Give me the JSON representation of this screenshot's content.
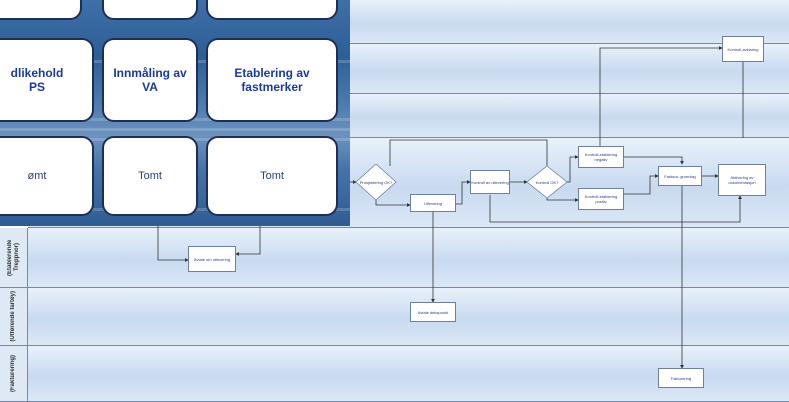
{
  "lanes": [
    {
      "label": ""
    },
    {
      "label": ""
    },
    {
      "label": ""
    },
    {
      "label": ""
    },
    {
      "label": "(Etablerende Treppnor)"
    },
    {
      "label": "(Utførende fartøy)"
    },
    {
      "label": "(Fakturering)"
    }
  ],
  "process": {
    "boxes": {
      "kontroll_avklaring": "Kontroll-avklaring",
      "kontroll_ettablering_negativ": "Kontroll-etablering negativ",
      "kontroll_ettablering_positiv": "Kontroll-etablering positiv",
      "kontroll_av_utlevering": "Kontroll av utlevering",
      "utlevering": "Utlevering",
      "faktura_grunnlag": "Faktura- grunnlag",
      "aktivering_dokumentasjon": "Aktivering av dokumentasjon",
      "avtale_med_utlevering": "Avtale om utlevering",
      "avtale_dekspunkt": "Avtale dekspunkt",
      "fakturering": "Fakturering"
    },
    "decisions": {
      "prosjektering_ok": "Prosjektering OK?",
      "kontroll_ok": "Kontroll OK?"
    }
  },
  "tiles": [
    {
      "label": ""
    },
    {
      "label": ""
    },
    {
      "label": ""
    },
    {
      "label": "dlikehold\nPS"
    },
    {
      "label": "Innmåling av VA"
    },
    {
      "label": "Etablering av fastmerker"
    },
    {
      "label": "ømt"
    },
    {
      "label": "Tomt"
    },
    {
      "label": "Tomt"
    }
  ]
}
